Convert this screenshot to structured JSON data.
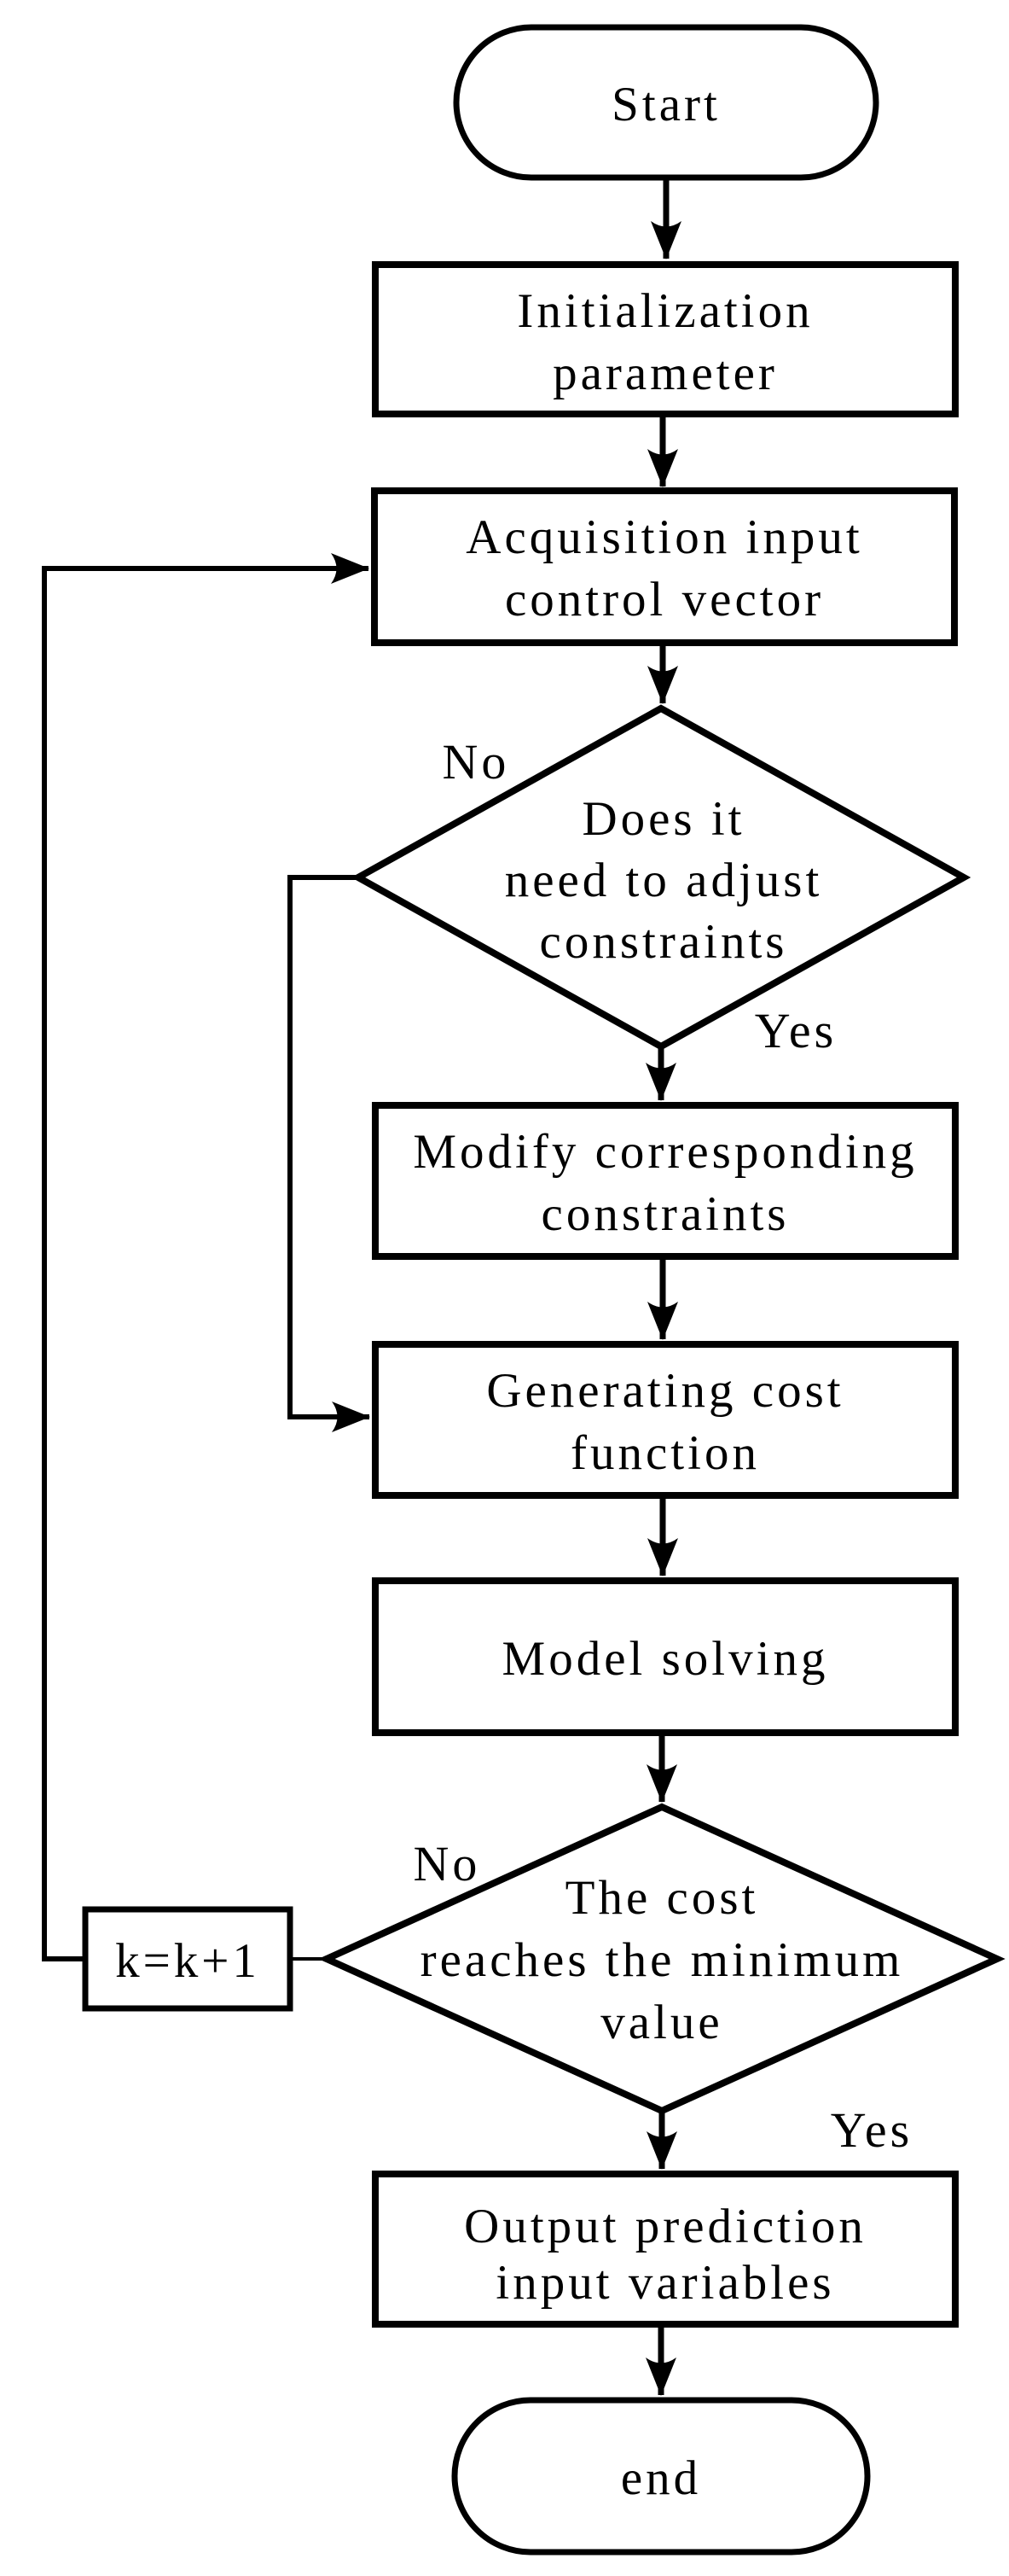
{
  "page": {
    "background_color": "#ffffff",
    "line_color": "#000000"
  },
  "flowchart": {
    "nodes": {
      "start": {
        "shape": "terminator",
        "label": "Start"
      },
      "init": {
        "shape": "process",
        "line1": "Initialization",
        "line2": "parameter"
      },
      "acquisition": {
        "shape": "process",
        "line1": "Acquisition input",
        "line2": "control vector"
      },
      "adjust_decision": {
        "shape": "decision",
        "line1": "Does it",
        "line2": "need to adjust",
        "line3": "constraints"
      },
      "modify": {
        "shape": "process",
        "line1": "Modify corresponding",
        "line2": "constraints"
      },
      "generate": {
        "shape": "process",
        "line1": "Generating cost",
        "line2": "function"
      },
      "solve": {
        "shape": "process",
        "label": "Model solving"
      },
      "cost_decision": {
        "shape": "decision",
        "line1": "The cost",
        "line2": "reaches the minimum",
        "line3": "value"
      },
      "increment": {
        "shape": "process",
        "label": "k=k+1"
      },
      "output": {
        "shape": "process",
        "line1": "Output prediction",
        "line2": "input variables"
      },
      "end": {
        "shape": "terminator",
        "label": "end"
      }
    },
    "branch_labels": {
      "adjust_no": "No",
      "adjust_yes": "Yes",
      "cost_no": "No",
      "cost_yes": "Yes"
    }
  }
}
